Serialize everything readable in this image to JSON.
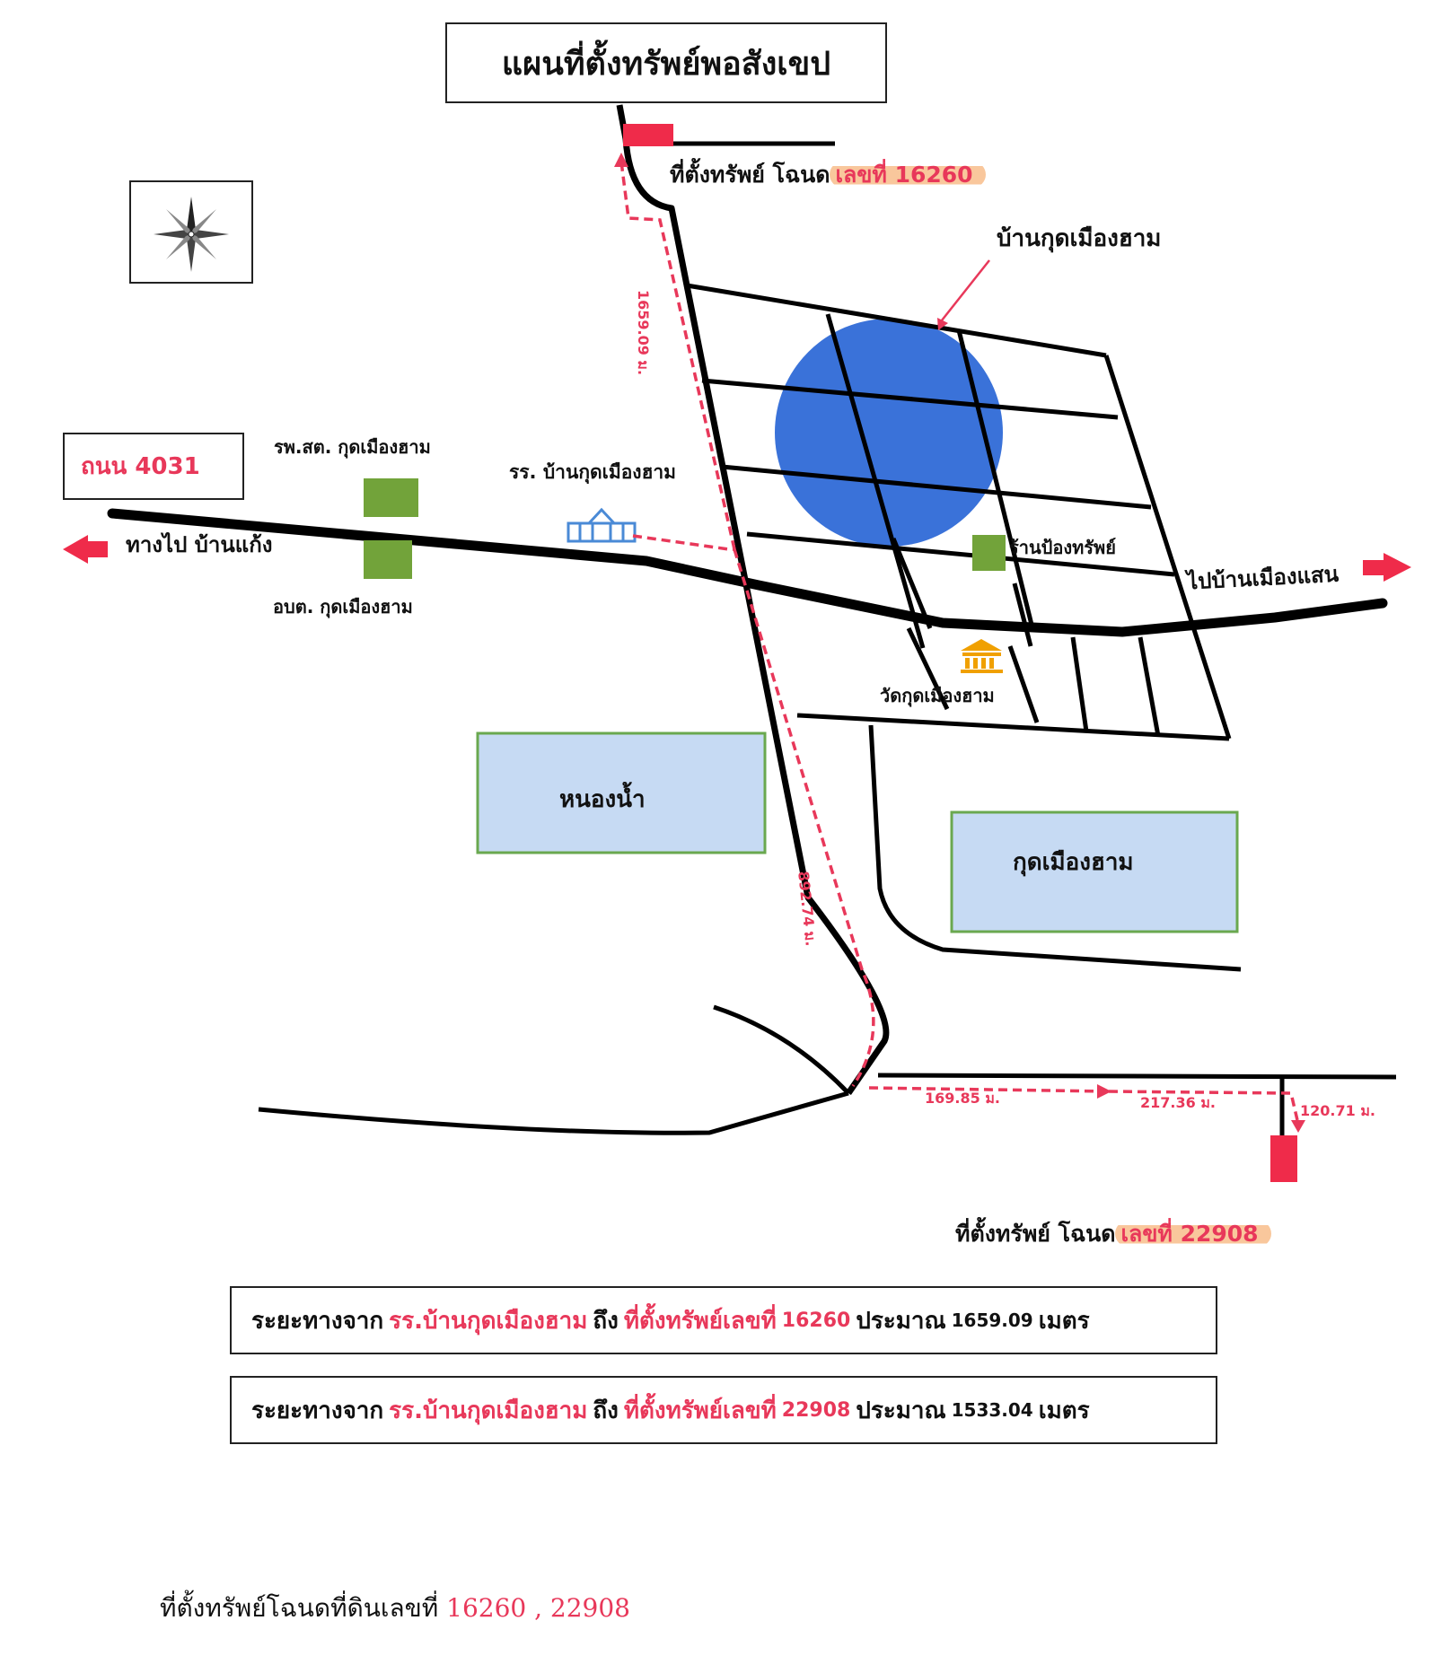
{
  "title": "แผนที่ตั้งทรัพย์พอสังเขป",
  "road_badge": "ถนน 4031",
  "properties": {
    "north": {
      "label_black": "ที่ตั้งทรัพย์ โฉนด",
      "label_red": "เลขที่ 16260"
    },
    "south": {
      "label_black": "ที่ตั้งทรัพย์ โฉนด",
      "label_red": "เลขที่ 22908"
    }
  },
  "places": {
    "village": "บ้านกุดเมืองฮาม",
    "health_center": "รพ.สต. กุดเมืองฮาม",
    "school": "รร. บ้านกุดเมืองฮาม",
    "sao": "อบต. กุดเมืองฮาม",
    "shop": "ร้านป้องทรัพย์",
    "temple": "วัดกุดเมืองฮาม",
    "pond": "หนองน้ำ",
    "kud": "กุดเมืองฮาม"
  },
  "directions": {
    "west": "ทางไป บ้านแก้ง",
    "east": "ไปบ้านเมืองแสน"
  },
  "distances": {
    "d1": "1659.09 ม.",
    "d2": "892.74 ม.",
    "d3": "169.85 ม.",
    "d4": "217.36 ม.",
    "d5": "120.71 ม."
  },
  "summary": [
    {
      "prefix": "ระยะทางจาก",
      "from": "รร.บ้านกุดเมืองฮาม",
      "mid": "ถึง",
      "to": "ที่ตั้งทรัพย์เลขที่",
      "num": "16260",
      "approx": "ประมาณ",
      "dist": "1659.09",
      "unit": "เมตร"
    },
    {
      "prefix": "ระยะทางจาก",
      "from": "รร.บ้านกุดเมืองฮาม",
      "mid": "ถึง",
      "to": "ที่ตั้งทรัพย์เลขที่",
      "num": "22908",
      "approx": "ประมาณ",
      "dist": "1533.04",
      "unit": "เมตร"
    }
  ],
  "footer": {
    "text": "ที่ตั้งทรัพย์โฉนดที่ดินเลขที่",
    "numbers": "16260 , 22908"
  },
  "colors": {
    "road": "#000000",
    "route": "#e8385a",
    "village_circle": "#3a72d9",
    "green_marker": "#72a33a",
    "pond_fill": "#c6daf3",
    "pond_border": "#6aa84f",
    "property_marker": "#ef2b4a",
    "highlight": "#f9c79c",
    "temple_icon": "#f0a000",
    "school_icon": "#4a8ad6"
  }
}
